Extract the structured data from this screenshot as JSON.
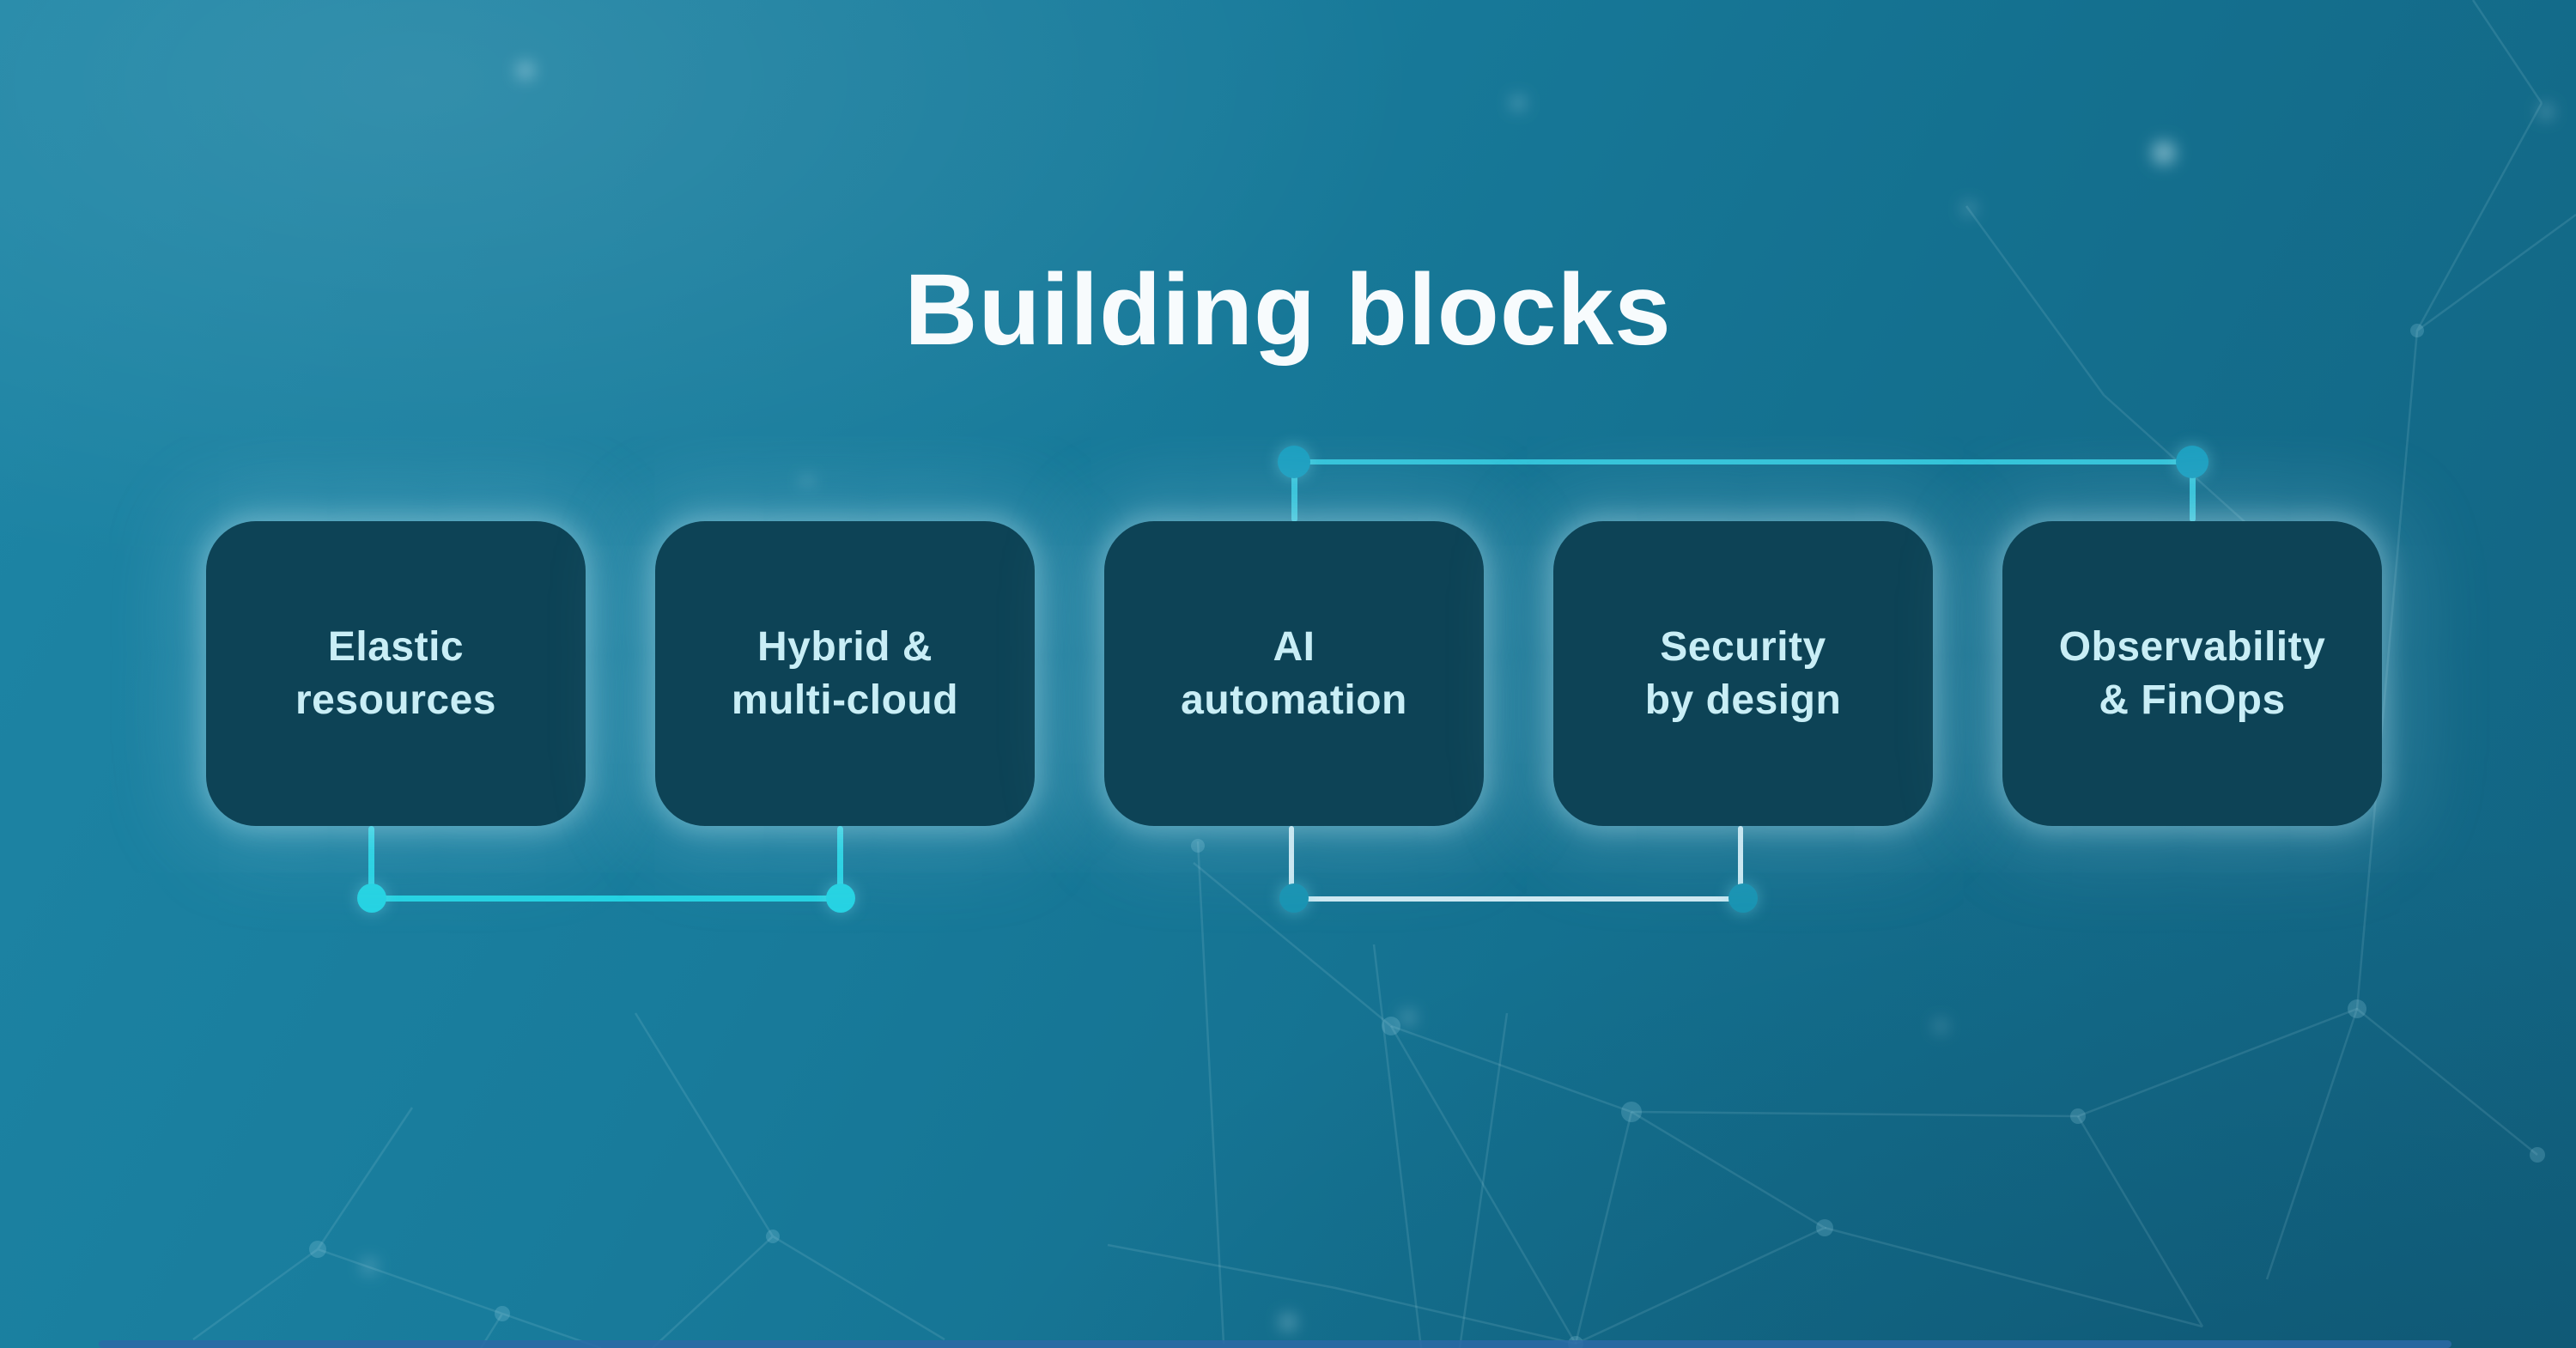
{
  "title": "Building blocks",
  "blocks": [
    {
      "id": "elastic-resources",
      "label": "Elastic\nresources"
    },
    {
      "id": "hybrid-multi-cloud",
      "label": "Hybrid &\nmulti-cloud"
    },
    {
      "id": "ai-automation",
      "label": "AI\nautomation"
    },
    {
      "id": "security-by-design",
      "label": "Security\nby design"
    },
    {
      "id": "observability-finops",
      "label": "Observability\n& FinOps"
    }
  ],
  "connectors": {
    "top": {
      "links": [
        "AI automation",
        "Observability & FinOps"
      ],
      "line_color": "#33c4da",
      "dot_color": "#1b9fc0"
    },
    "bottom_left": {
      "links": [
        "Elastic resources",
        "Hybrid & multi-cloud"
      ],
      "line_color": "#25d3e3",
      "dot_color": "#25d3e3"
    },
    "bottom_right": {
      "links": [
        "AI automation",
        "Security by design"
      ],
      "line_color": "#cfe9f2",
      "dot_color": "#1893b2"
    }
  },
  "colors": {
    "background_top_left": "#1e86a6",
    "background_bottom_right": "#126381",
    "card_fill": "#0d4356",
    "card_text": "#c9eef6",
    "card_glow": "#a3d8e9",
    "title_text": "#f7fbfd",
    "bright_cyan_accent": "#25d3e3",
    "cyan_line": "#33c4da",
    "teal_dot": "#1b9fc0",
    "pale_line": "#cfe9f2",
    "muted_teal_dot": "#1893b2",
    "bottom_bar": "#2b6aa6"
  }
}
